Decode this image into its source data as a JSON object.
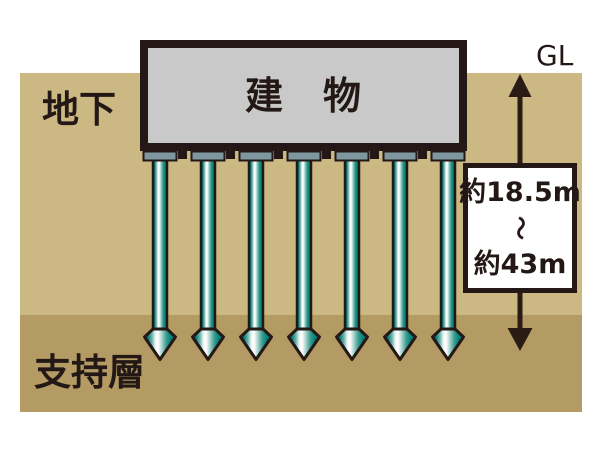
{
  "diagram": {
    "building_label": "建　物",
    "underground_label": "地下",
    "bearing_layer_label": "支持層",
    "gl_label": "GL",
    "depth_box": {
      "min": "約18.5m",
      "tilde": "～",
      "max": "約43m"
    },
    "pile_count": 7,
    "colors": {
      "soil_upper": "#cbb883",
      "soil_bearing": "#b49b64",
      "building_fill": "#c9c9c9",
      "outline": "#231815",
      "pile_teal": "#00837a",
      "pile_cap": "#7e97a0"
    }
  }
}
